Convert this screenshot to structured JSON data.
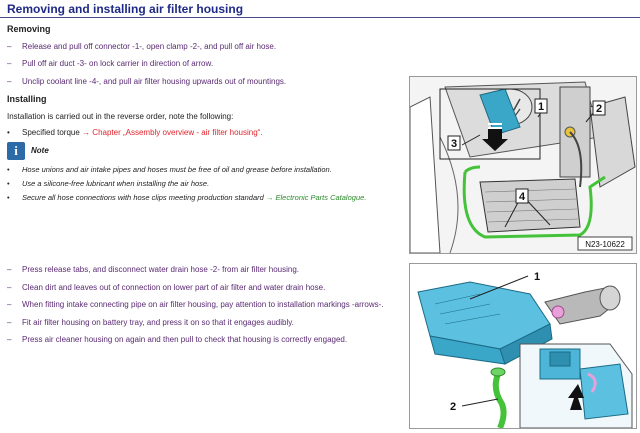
{
  "title": "Removing and installing air filter housing",
  "removing": {
    "heading": "Removing",
    "steps": [
      "Release and pull off connector -1-, open clamp -2-, and pull off air hose.",
      "Pull off air duct -3- on lock carrier in direction of arrow.",
      "Unclip coolant line -4-, and pull air filter housing upwards out of mountings."
    ]
  },
  "installing": {
    "heading": "Installing",
    "intro": "Installation is carried out in the reverse order, note the following:",
    "torque_text": "Specified torque",
    "torque_link": "→ Chapter „Assembly overview - air filter housing“."
  },
  "note": {
    "icon_char": "i",
    "label": "Note",
    "items": [
      "Hose unions and air intake pipes and hoses must be free of oil and grease before installation.",
      "Use a silicone-free lubricant when installing the air hose.",
      "Secure all hose connections with hose clips meeting production standard"
    ],
    "link": "→ Electronic Parts Catalogue."
  },
  "steps2": [
    "Press release tabs, and disconnect water drain hose -2- from air filter housing.",
    "Clean dirt and leaves out of connection on lower part of air filter and water drain hose.",
    "When fitting intake connecting pipe on air filter housing, pay attention to installation markings -arrows-.",
    "Fit air filter housing on battery tray, and press it on so that it engages audibly.",
    "Press air cleaner housing on again and then pull to check that housing is correctly engaged."
  ],
  "dash": "–",
  "bullet": "•",
  "figure1": {
    "callouts": [
      "1",
      "2",
      "3",
      "4"
    ],
    "code": "N23-10622"
  },
  "figure2": {
    "callouts": [
      "1",
      "2"
    ]
  },
  "colors": {
    "title": "#1f2a86",
    "step_text": "#5a2a73",
    "link_red": "#e0242b",
    "link_green": "#2b8a2b",
    "housing_blue": "#3aa6c8",
    "hose_green": "#44c23a"
  }
}
